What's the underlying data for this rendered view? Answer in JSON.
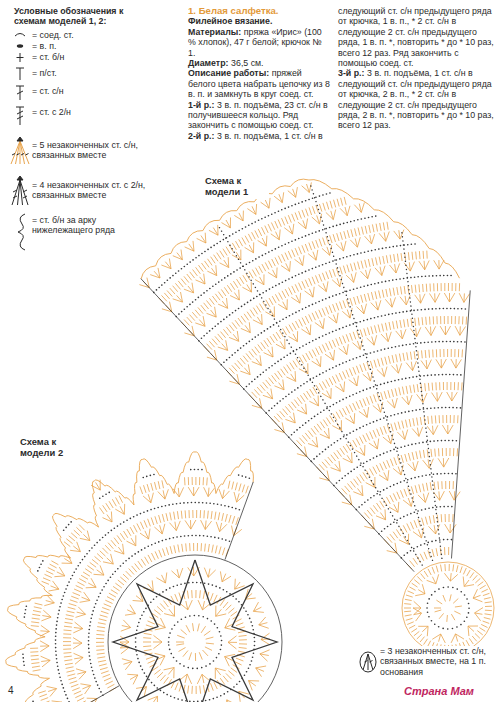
{
  "diagram": {
    "title": "1. Белая салфетка.",
    "labels": [
      "Условные обозначения к схемам моделей 1, 2:",
      "Филейное вязание.",
      "Материалы:",
      "пряжа «Ирис» (100 % хлопок), 47 г белой; крючок № 1.",
      "Диаметр:",
      "36,5 см.",
      "Описание работы:",
      "пряжей белого цвета набрать цепочку из 8 в. п. и замкнуть в круг соед. ст.",
      "1-й р.:",
      "3 в. п. подъёма, 23 ст. с/н в получившееся кольцо. Ряд закончить с помощью соед. ст.",
      "2-й р.:",
      "3 в. п. подъёма, 1 ст. с/н в",
      "следующий ст. с/н предыдущего ряда от крючка, 1 в. п., * 2 ст. с/н в следующие 2 ст. с/н предыдущего ряда, 1 в. п. *, повторить * до * 10 раз, всего 12 раз. Ряд закончить с помощью соед. ст.",
      "3-й р.:",
      "3 в. п. подъёма, 1 ст. с/н в следующий ст. с/н предыдущего ряда от крючка, 2 в. п., * 2 ст. с/н в следующие 2 ст. с/н предыдущего ряда, 2 в. п. *, повторить * до * 10 раз, всего 12 раз.",
      "Схема к модели 1",
      "Схема к модели 2",
      "4",
      "Страна Мам"
    ],
    "legend": [
      {
        "text": "= соед. ст."
      },
      {
        "text": "= в. п."
      },
      {
        "text": "= ст. б/н"
      },
      {
        "text": "= п/ст."
      },
      {
        "text": "= ст. с/н"
      },
      {
        "text": "= ст. с 2/н"
      },
      {
        "text": "= 5 незаконченных ст. с/н, связанных вместе"
      },
      {
        "text": "= 4 незаконченных ст. с 2/н, связанных вместе"
      },
      {
        "text": "= ст. б/н за арку нижележащего ряда"
      },
      {
        "text": "= 3 незаконченных ст. с/н, связанных вместе, на 1 п. основания"
      }
    ]
  }
}
